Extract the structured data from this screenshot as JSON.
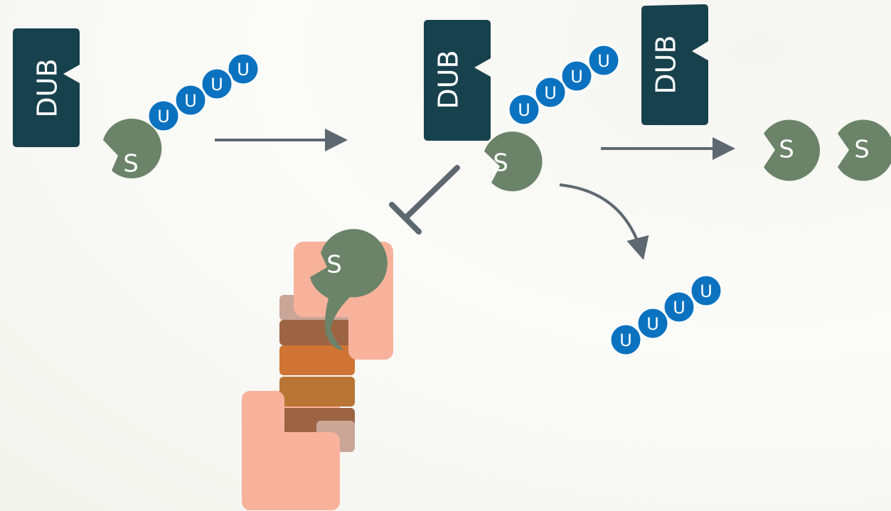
{
  "colors": {
    "dub": "#17414d",
    "substrate": "#6b8469",
    "ubiquitin": "#0b72c0",
    "arrow": "#5d6870",
    "proteasome_cap": "#f8b29b",
    "proteasome_ring_dark": "#9c6443",
    "proteasome_ring_orange": "#cf7434",
    "proteasome_ring_mid": "#b87535",
    "proteasome_gray": "#caa698"
  },
  "labels": {
    "dub": "DUB",
    "substrate": "S",
    "ubiquitin": "U"
  },
  "icons": {
    "arrow": "arrow-icon",
    "inhibition": "inhibition-bar-icon",
    "proteasome": "proteasome-icon"
  }
}
